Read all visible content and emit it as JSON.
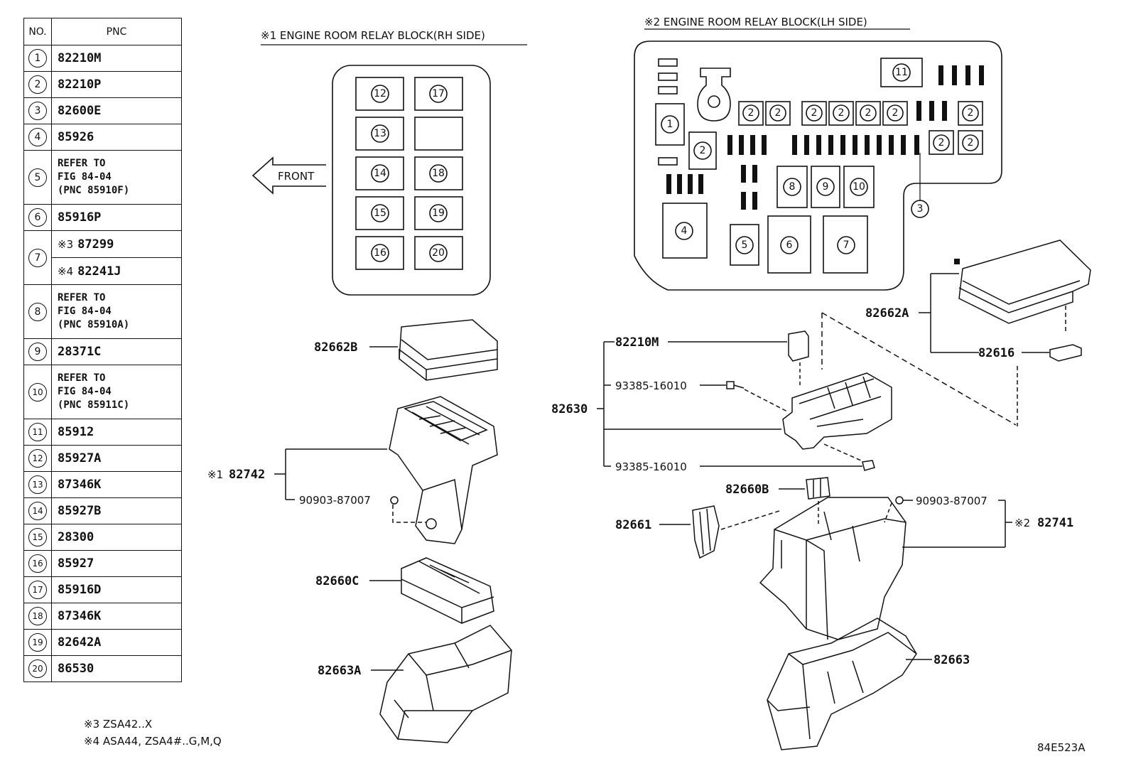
{
  "table": {
    "header_no": "NO.",
    "header_pnc": "PNC",
    "rows": [
      {
        "no": "1",
        "pnc": "82210M"
      },
      {
        "no": "2",
        "pnc": "82210P"
      },
      {
        "no": "3",
        "pnc": "82600E"
      },
      {
        "no": "4",
        "pnc": "85926"
      },
      {
        "no": "5",
        "lines": [
          "REFER TO",
          "FIG 84-04",
          "(PNC 85910F)"
        ]
      },
      {
        "no": "6",
        "pnc": "85916P"
      },
      {
        "no": "7",
        "sub": [
          {
            "mark": "※3",
            "pnc": "87299"
          },
          {
            "mark": "※4",
            "pnc": "82241J"
          }
        ]
      },
      {
        "no": "8",
        "lines": [
          "REFER TO",
          "FIG 84-04",
          "(PNC 85910A)"
        ]
      },
      {
        "no": "9",
        "pnc": "28371C"
      },
      {
        "no": "10",
        "lines": [
          "REFER TO",
          "FIG 84-04",
          "(PNC 85911C)"
        ]
      },
      {
        "no": "11",
        "pnc": "85912"
      },
      {
        "no": "12",
        "pnc": "85927A"
      },
      {
        "no": "13",
        "pnc": "87346K"
      },
      {
        "no": "14",
        "pnc": "85927B"
      },
      {
        "no": "15",
        "pnc": "28300"
      },
      {
        "no": "16",
        "pnc": "85927"
      },
      {
        "no": "17",
        "pnc": "85916D"
      },
      {
        "no": "18",
        "pnc": "87346K"
      },
      {
        "no": "19",
        "pnc": "82642A"
      },
      {
        "no": "20",
        "pnc": "86530"
      }
    ]
  },
  "footnotes": [
    "※3 ZSA42..X",
    "※4 ASA44, ZSA4#..G,M,Q"
  ],
  "rh_block": {
    "title": "※1 ENGINE ROOM RELAY BLOCK(RH SIDE)",
    "front_label": "FRONT",
    "slots_left": [
      "12",
      "13",
      "14",
      "15",
      "16"
    ],
    "slots_right": [
      "17",
      "",
      "18",
      "19",
      "20"
    ]
  },
  "lh_block": {
    "title": "※2 ENGINE ROOM RELAY BLOCK(LH SIDE)",
    "markers": {
      "one": "1",
      "two": "2",
      "three": "3",
      "four": "4",
      "five": "5",
      "six": "6",
      "seven": "7",
      "eight": "8",
      "nine": "9",
      "ten": "10",
      "eleven": "11"
    }
  },
  "labels": {
    "p82662B": "82662B",
    "p82742_mark": "※1",
    "p82742": "82742",
    "p90903_left": "90903-87007",
    "p82660C": "82660C",
    "p82663A": "82663A",
    "p82210M": "82210M",
    "p93385_a": "93385-16010",
    "p82630": "82630",
    "p93385_b": "93385-16010",
    "p82660B": "82660B",
    "p82661": "82661",
    "p90903_right": "90903-87007",
    "p82741_mark": "※2",
    "p82741": "82741",
    "p82663": "82663",
    "p82662A": "82662A",
    "p82616": "82616"
  },
  "figure_code": "84E523A"
}
